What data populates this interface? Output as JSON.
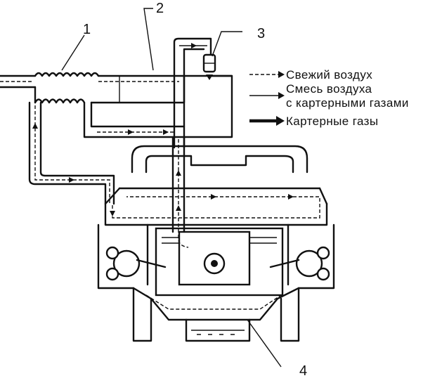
{
  "callouts": {
    "c1": "1",
    "c2": "2",
    "c3": "3",
    "c4": "4"
  },
  "legend": {
    "fresh_air": "Свежий воздух",
    "mix_line1": "Смесь воздуха",
    "mix_line2": "с картерными газами",
    "crankcase_gases": "Картерные газы"
  }
}
